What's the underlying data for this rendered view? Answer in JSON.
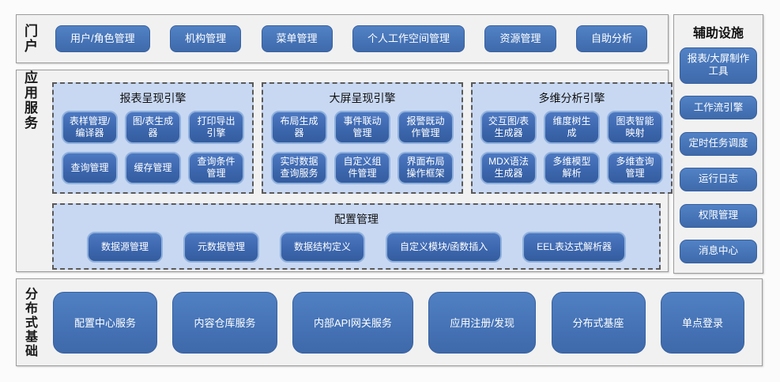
{
  "colors": {
    "accent_blue": "#4674b7",
    "light_blue_panel": "#c8d8f2",
    "section_gray": "#f1f1f1",
    "text_white": "#ffffff"
  },
  "portal": {
    "label": "门户",
    "buttons": [
      "用户/角色管理",
      "机构管理",
      "菜单管理",
      "个人工作空间管理",
      "资源管理",
      "自助分析"
    ]
  },
  "app_services": {
    "label": "应用服务",
    "engines": [
      {
        "title": "报表呈现引擎",
        "buttons": [
          "表样管理/编译器",
          "图/表生成器",
          "打印导出引擎",
          "查询管理",
          "缓存管理",
          "查询条件管理"
        ]
      },
      {
        "title": "大屏呈现引擎",
        "buttons": [
          "布局生成器",
          "事件联动管理",
          "报警既动作管理",
          "实时数据查询服务",
          "自定义组件管理",
          "界面布局操作框架"
        ]
      },
      {
        "title": "多维分析引擎",
        "buttons": [
          "交互图/表生成器",
          "维度树生成",
          "图表智能映射",
          "MDX语法生成器",
          "多维模型解析",
          "多维查询管理"
        ]
      }
    ],
    "config": {
      "title": "配置管理",
      "buttons": [
        "数据源管理",
        "元数据管理",
        "数据结构定义",
        "自定义模块/函数插入",
        "EEL表达式解析器"
      ]
    }
  },
  "distributed": {
    "label": "分布式基础",
    "buttons": [
      "配置中心服务",
      "内容仓库服务",
      "内部API网关服务",
      "应用注册/发现",
      "分布式基座",
      "单点登录"
    ]
  },
  "aux": {
    "label": "辅助设施",
    "buttons": [
      "报表/大屏制作工具",
      "工作流引擎",
      "定时任务调度",
      "运行日志",
      "权限管理",
      "消息中心"
    ]
  }
}
